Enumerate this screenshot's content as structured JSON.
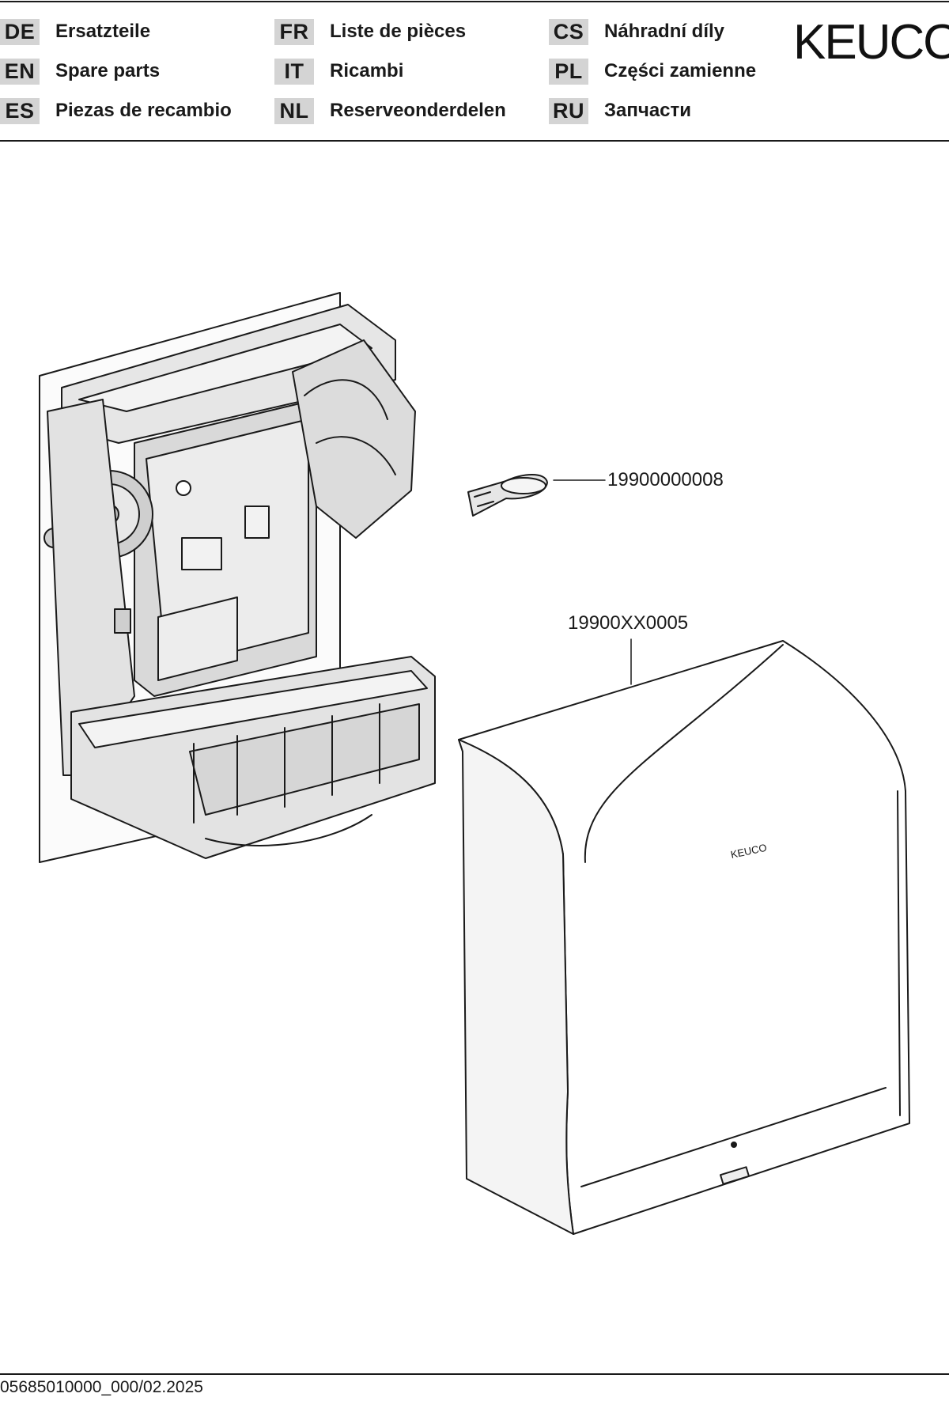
{
  "brand": {
    "name": "KEUCO"
  },
  "header": {
    "languages": [
      {
        "code": "DE",
        "label": "Ersatzteile"
      },
      {
        "code": "EN",
        "label": "Spare parts"
      },
      {
        "code": "ES",
        "label": "Piezas de recambio"
      },
      {
        "code": "FR",
        "label": "Liste de pièces"
      },
      {
        "code": "IT",
        "label": "Ricambi"
      },
      {
        "code": "NL",
        "label": "Reserveonderdelen"
      },
      {
        "code": "CS",
        "label": "Náhradní díly"
      },
      {
        "code": "PL",
        "label": "Części zamienne"
      },
      {
        "code": "RU",
        "label": "Запчасти"
      }
    ]
  },
  "parts": [
    {
      "number": "19900000008"
    },
    {
      "number": "19900XX0005"
    }
  ],
  "cover_logo": "KEUCO",
  "footer": {
    "document_code": "05685010000_000/02.2025"
  },
  "colors": {
    "code_box": "#d4d4d4",
    "line": "#1a1a1a"
  }
}
